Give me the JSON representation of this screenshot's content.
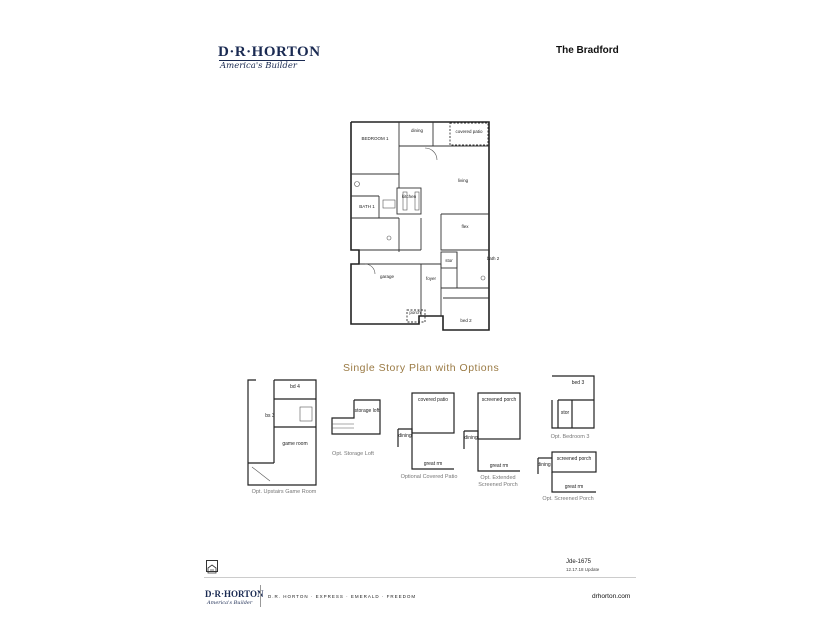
{
  "header": {
    "logo_wordmark": "D·R·HORTON",
    "logo_tagline": "America's Builder",
    "plan_name": "The Bradford"
  },
  "main_plan": {
    "rooms": {
      "bedroom1": "BEDROOM 1",
      "dining": "dining",
      "covered_patio": "covered patio",
      "living": "living",
      "kitchen": "kitchen",
      "bath1": "BATH 1",
      "flex": "flex",
      "stor": "stor",
      "bath2": "bath 2",
      "garage": "garage",
      "foyer": "foyer",
      "porch": "porch",
      "bed2": "bed 2"
    }
  },
  "section_title": "Single Story Plan with Options",
  "options": {
    "upstairs_game_room": {
      "label": "Opt. Upstairs Game Room",
      "bed4": "bd 4",
      "bath3": "bs 3",
      "game_room": "game room"
    },
    "storage_loft": {
      "label": "Opt. Storage Loft",
      "loft": "storage loft"
    },
    "covered_patio": {
      "label": "Optional Covered Patio",
      "patio": "covered patio",
      "dining": "dining",
      "great_rm": "great rm"
    },
    "extended_screened_porch": {
      "label_line1": "Opt. Extended",
      "label_line2": "Screened Porch",
      "porch": "screened porch",
      "dining": "dining",
      "great_rm": "great rm"
    },
    "bedroom3": {
      "label": "Opt. Bedroom 3",
      "bed3": "bed 3",
      "stor": "stor"
    },
    "screened_porch": {
      "label": "Opt. Screened Porch",
      "porch": "screened porch",
      "dining": "dining",
      "great_rm": "great rm"
    }
  },
  "footer": {
    "plan_code": "Jde-1675",
    "plan_date": "12.17.18 Update",
    "logo_wordmark": "D·R·HORTON",
    "logo_tagline": "America's Builder",
    "brands": "D.R. HORTON · EXPRESS · EMERALD · FREEDOM",
    "website": "drhorton.com"
  },
  "colors": {
    "brand_navy": "#1a2a52",
    "accent_gold": "#9a7a44"
  }
}
